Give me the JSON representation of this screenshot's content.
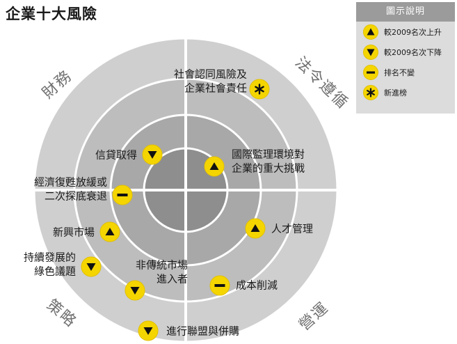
{
  "title": "企業十大風險",
  "colors": {
    "ring_outer": "#cfcfcf",
    "ring_2": "#bdbdbd",
    "ring_3": "#a8a8a8",
    "ring_inner": "#8e8e8e",
    "badge": "#f4d500",
    "divider": "#ffffff"
  },
  "quadrants": [
    {
      "id": "finance",
      "label": "財務"
    },
    {
      "id": "compliance",
      "label": "法令遵循"
    },
    {
      "id": "strategy",
      "label": "策略"
    },
    {
      "id": "operations",
      "label": "營運"
    }
  ],
  "legend": {
    "title": "圖示說明",
    "items": [
      {
        "icon": "triangle-up",
        "label": "較2009名次上升"
      },
      {
        "icon": "triangle-down",
        "label": "較2009名次下降"
      },
      {
        "icon": "dash",
        "label": "排名不變"
      },
      {
        "icon": "star",
        "label": "新進榜"
      }
    ]
  },
  "risks": [
    {
      "id": "social-responsibility",
      "lines": [
        "社會認同風險及",
        "企業社會責任"
      ],
      "icon": "star"
    },
    {
      "id": "credit-access",
      "lines": [
        "信貸取得"
      ],
      "icon": "triangle-down"
    },
    {
      "id": "international-regulation",
      "lines": [
        "國際監理環境對",
        "企業的重大挑戰"
      ],
      "icon": "triangle-up"
    },
    {
      "id": "slow-recovery",
      "lines": [
        "經濟復甦放緩或",
        "二次探底衰退"
      ],
      "icon": "dash"
    },
    {
      "id": "emerging-markets",
      "lines": [
        "新興市場"
      ],
      "icon": "triangle-up"
    },
    {
      "id": "talent-management",
      "lines": [
        "人才管理"
      ],
      "icon": "triangle-up"
    },
    {
      "id": "green-sustainability",
      "lines": [
        "持續發展的",
        "綠色議題"
      ],
      "icon": "triangle-down"
    },
    {
      "id": "non-traditional-entrants",
      "lines": [
        "非傳統市場",
        "進入者"
      ],
      "icon": "triangle-down"
    },
    {
      "id": "cost-cutting",
      "lines": [
        "成本削減"
      ],
      "icon": "dash"
    },
    {
      "id": "mergers-alliances",
      "lines": [
        "進行聯盟與併購"
      ],
      "icon": "triangle-down"
    }
  ]
}
